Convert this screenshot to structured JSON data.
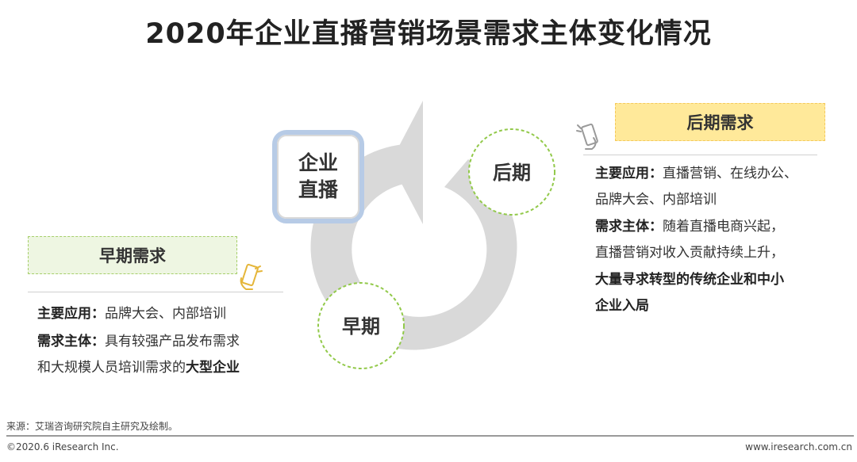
{
  "title": "2020年企业直播营销场景需求主体变化情况",
  "center": {
    "line1": "企业",
    "line2": "直播"
  },
  "circles": {
    "early": "早期",
    "late": "后期"
  },
  "early": {
    "tag": "早期需求",
    "app_label": "主要应用：",
    "app_text": "品牌大会、内部培训",
    "subject_label": "需求主体：",
    "subject_text": "具有较强产品发布需求",
    "subject_text2": "和大规模人员培训需求的",
    "subject_bold": "大型企业"
  },
  "late": {
    "tag": "后期需求",
    "app_label": "主要应用：",
    "app_text": "直播营销、在线办公、",
    "app_text2": "品牌大会、内部培训",
    "subject_label": "需求主体：",
    "subject_text": "随着直播电商兴起，",
    "subject_text2": "直播营销对收入贡献持续上升，",
    "subject_bold": "大量寻求转型的传统企业和中小",
    "subject_bold2": "企业入局"
  },
  "footer": {
    "source": "来源：艾瑞咨询研究院自主研究及绘制。",
    "copyright": "©2020.6 iResearch Inc.",
    "website": "www.iresearch.com.cn"
  },
  "colors": {
    "arrow": "#d9d9d9",
    "circle_border": "#92c94a",
    "center_border": "#b7cbe6",
    "early_tag_bg": "#eef6e2",
    "late_tag_bg": "#ffe99a"
  }
}
